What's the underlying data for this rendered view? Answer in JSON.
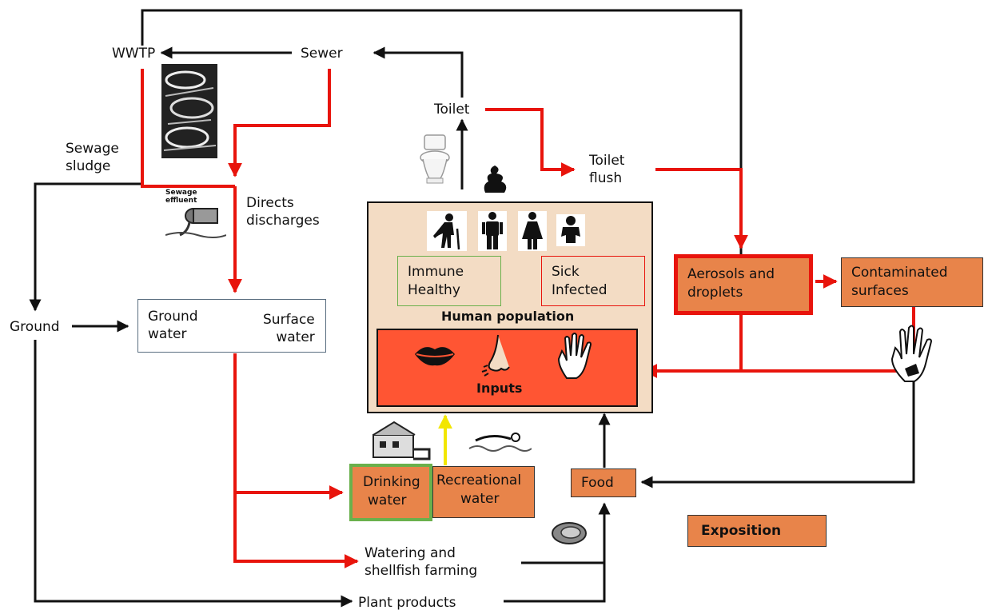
{
  "nodes": {
    "wwtp": "WWTP",
    "sewer": "Sewer",
    "toilet": "Toilet",
    "toilet_flush": [
      "Toilet",
      "flush"
    ],
    "sewage_sludge": [
      "Sewage",
      "sludge"
    ],
    "sewage_effluent": "Sewage effluent",
    "direct_discharges": [
      "Directs",
      "discharges"
    ],
    "ground": "Ground",
    "ground_water": [
      "Ground",
      "water"
    ],
    "surface_water": [
      "Surface",
      "water"
    ],
    "immune": [
      "Immune",
      "Healthy"
    ],
    "sick": [
      "Sick",
      "Infected"
    ],
    "human_population": "Human population",
    "inputs": "Inputs",
    "aerosols": [
      "Aerosols and",
      "droplets"
    ],
    "contaminated": [
      "Contaminated",
      "surfaces"
    ],
    "drinking_water": [
      "Drinking",
      "water"
    ],
    "recreational_water": [
      "Recreational",
      "water"
    ],
    "food": "Food",
    "exposition": "Exposition",
    "watering": [
      "Watering and",
      "shellfish farming"
    ],
    "plant_products": "Plant products"
  },
  "colors": {
    "red_flow": "#e8140c",
    "black_flow": "#111111",
    "yellow_flow": "#f2e600",
    "orange_box": "#e8844a",
    "inputs_box": "#ff5533",
    "population_box": "#f3dcc4",
    "green_border": "#6ab04c"
  },
  "icons": {
    "wwtp_photo": "treatment-plant-photo-icon",
    "toilet": "toilet-icon",
    "feces": "feces-icon",
    "people": [
      "elderly-person-icon",
      "man-icon",
      "woman-icon",
      "baby-icon"
    ],
    "inputs": [
      "mouth-icon",
      "nose-icon",
      "hand-icon"
    ],
    "contaminated_hand": "dirty-hand-icon",
    "drinking_plant": "water-plant-icon",
    "swimmer": "swimmer-icon",
    "oyster": "oyster-icon"
  }
}
